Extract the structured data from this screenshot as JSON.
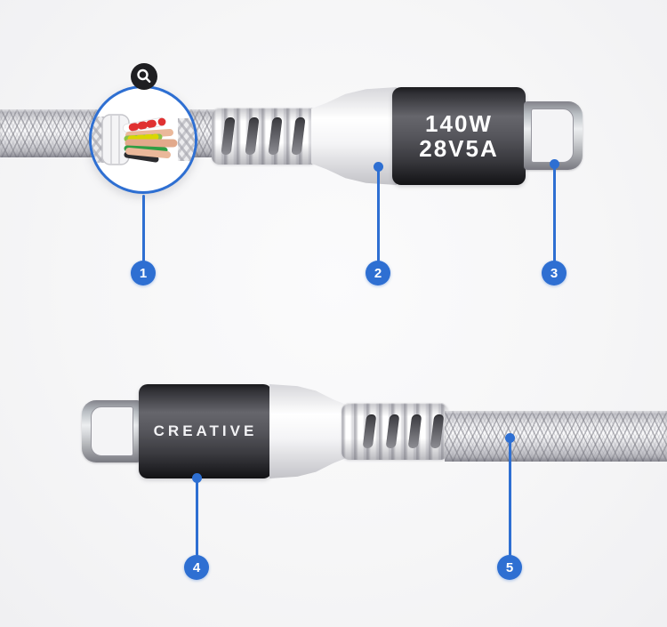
{
  "canvas": {
    "background": "#f6f6f7"
  },
  "colors": {
    "accent": "#2e6fd2",
    "connector_body_dark": "#3a3a3f",
    "badge_background": "#1f1f22",
    "cable_braid": "#e4e4e7"
  },
  "zoom_inset": {
    "icon": "magnifier"
  },
  "top_connector": {
    "power_line1": "140W",
    "power_line2": "28V5A"
  },
  "bottom_connector": {
    "brand": "CREATIVE"
  },
  "callouts": [
    {
      "number": "1"
    },
    {
      "number": "2"
    },
    {
      "number": "3"
    },
    {
      "number": "4"
    },
    {
      "number": "5"
    }
  ]
}
